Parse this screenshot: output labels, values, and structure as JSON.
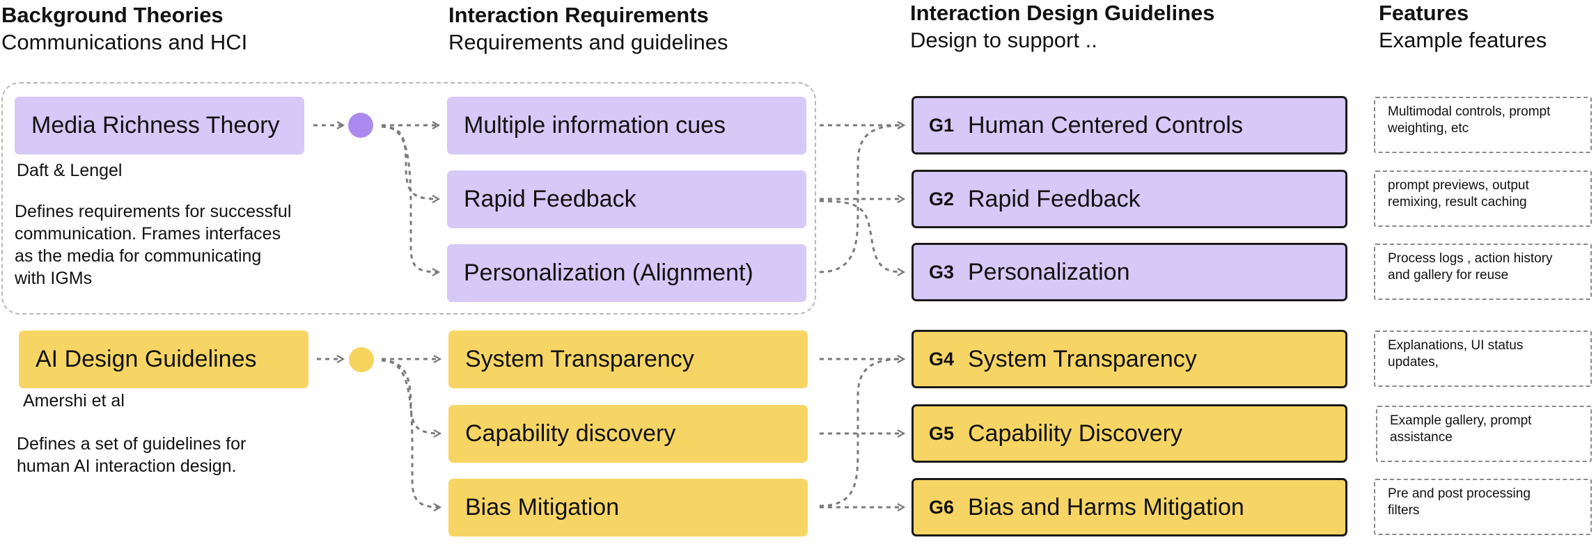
{
  "columns": {
    "background": {
      "title": "Background Theories",
      "subtitle": "Communications and HCI"
    },
    "requirements": {
      "title": "Interaction Requirements",
      "subtitle": "Requirements and guidelines"
    },
    "guidelines": {
      "title": "Interaction Design Guidelines",
      "subtitle": "Design to support .."
    },
    "features": {
      "title": "Features",
      "subtitle": "Example features"
    }
  },
  "theories": [
    {
      "name": "Media Richness Theory",
      "author": "Daft & Lengel",
      "description": [
        "Defines requirements for successful",
        "communication. Frames interfaces",
        "as the media for communicating",
        "with IGMs"
      ]
    },
    {
      "name": "AI Design Guidelines",
      "author": "Amershi et al",
      "description": [
        "Defines a set of  guidelines for",
        "human AI interaction design."
      ]
    }
  ],
  "requirements": [
    "Multiple information cues",
    "Rapid Feedback",
    "Personalization (Alignment)",
    "System Transparency",
    "Capability discovery",
    "Bias Mitigation"
  ],
  "guidelines": [
    {
      "id": "G1",
      "label": "Human Centered Controls"
    },
    {
      "id": "G2",
      "label": "Rapid Feedback"
    },
    {
      "id": "G3",
      "label": "Personalization"
    },
    {
      "id": "G4",
      "label": "System Transparency"
    },
    {
      "id": "G5",
      "label": "Capability Discovery"
    },
    {
      "id": "G6",
      "label": "Bias and Harms Mitigation"
    }
  ],
  "features": [
    [
      "Multimodal controls, prompt",
      "weighting, etc"
    ],
    [
      "prompt previews, output",
      "remixing, result caching"
    ],
    [
      "Process logs , action history",
      "and gallery for reuse"
    ],
    [
      "Explanations, UI status",
      "updates,"
    ],
    [
      "Example gallery, prompt",
      "assistance"
    ],
    [
      "Pre and post processing",
      "filters"
    ]
  ],
  "colors": {
    "purple_fill": "#d6c8f7",
    "purple_dot": "#ab8af0",
    "yellow_fill": "#f7d564",
    "yellow_dot": "#f6d35c",
    "connector": "#7a7a7a"
  }
}
